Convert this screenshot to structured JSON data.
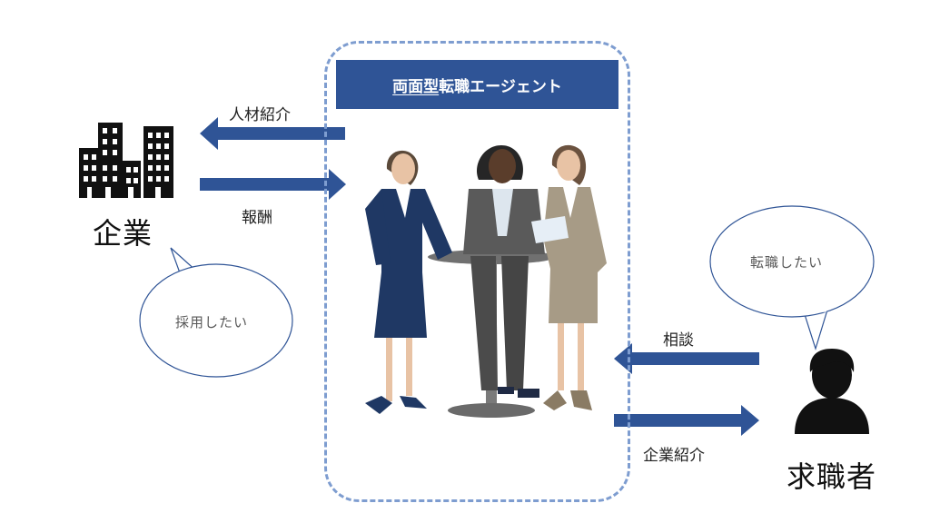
{
  "agency": {
    "title_underlined": "両面型",
    "title_rest": "転職エージェント"
  },
  "company": {
    "label": "企業",
    "bubble": "採用したい"
  },
  "seeker": {
    "label": "求職者",
    "bubble": "転職したい"
  },
  "flows": {
    "to_company": "人材紹介",
    "from_company": "報酬",
    "from_seeker": "相談",
    "to_seeker": "企業紹介"
  },
  "colors": {
    "arrow": "#2f5496",
    "frame": "#7e9dd0",
    "banner": "#2f5496",
    "bubble_stroke": "#2f5496"
  },
  "icons": {
    "company": "building-icon",
    "seeker": "person-icon",
    "agents": "business-people-illustration"
  }
}
